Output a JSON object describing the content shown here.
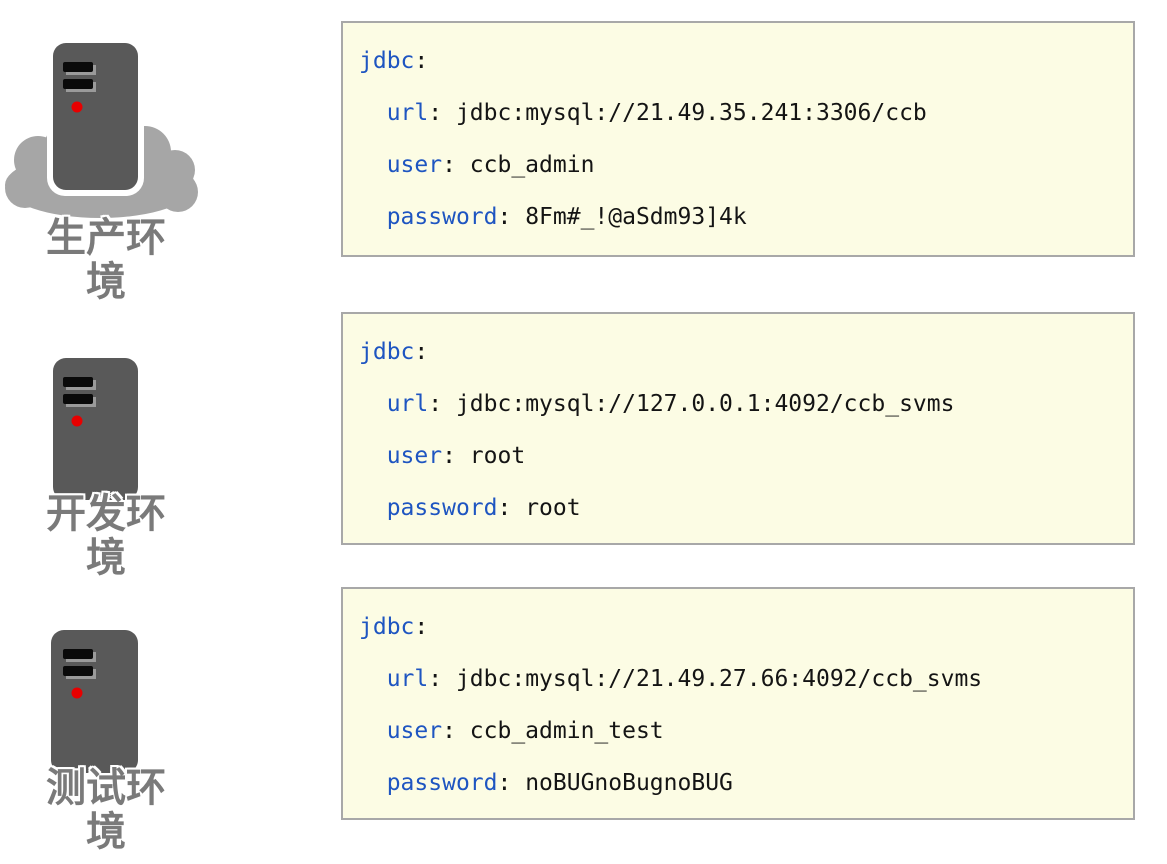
{
  "syntax": {
    "colon": ":",
    "colon_space": ": ",
    "indent": "  "
  },
  "colors": {
    "code_background": "#fcfce4",
    "code_border": "#a8a8a8",
    "key_blue": "#1e55c1",
    "value_text": "#141414",
    "label_gray": "#7a7a7a",
    "server_body": "#595959",
    "server_slot": "#0a0a0a",
    "led_red": "#e80000",
    "cloud_gray": "#a6a6a6"
  },
  "environments": [
    {
      "id": "production",
      "label": "生产环境",
      "label_lines": [
        "生产环",
        "境"
      ],
      "has_cloud": true,
      "config": {
        "root_key": "jdbc",
        "entries": [
          {
            "key": "url",
            "value": "jdbc:mysql://21.49.35.241:3306/ccb"
          },
          {
            "key": "user",
            "value": "ccb_admin"
          },
          {
            "key": "password",
            "value": "8Fm#_!@aSdm93]4k"
          }
        ]
      }
    },
    {
      "id": "development",
      "label": "开发环境",
      "label_lines": [
        "开发环",
        "境"
      ],
      "has_cloud": false,
      "config": {
        "root_key": "jdbc",
        "entries": [
          {
            "key": "url",
            "value": "jdbc:mysql://127.0.0.1:4092/ccb_svms"
          },
          {
            "key": "user",
            "value": "root"
          },
          {
            "key": "password",
            "value": "root"
          }
        ]
      }
    },
    {
      "id": "test",
      "label": "测试环境",
      "label_lines": [
        "测试环",
        "境"
      ],
      "has_cloud": false,
      "config": {
        "root_key": "jdbc",
        "entries": [
          {
            "key": "url",
            "value": "jdbc:mysql://21.49.27.66:4092/ccb_svms"
          },
          {
            "key": "user",
            "value": "ccb_admin_test"
          },
          {
            "key": "password",
            "value": "noBUGnoBugnoBUG"
          }
        ]
      }
    }
  ]
}
